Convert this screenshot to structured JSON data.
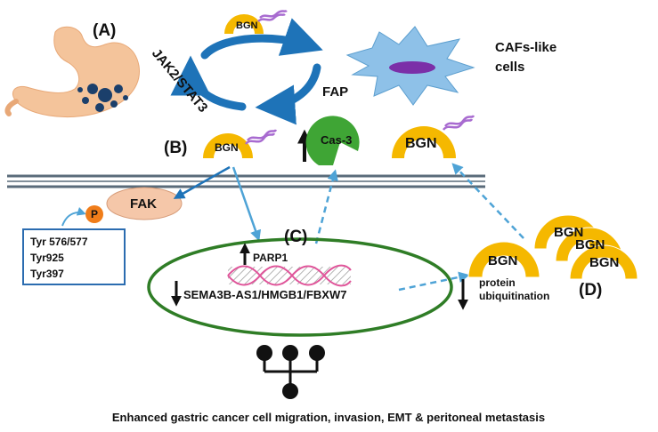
{
  "panels": {
    "a": "(A)",
    "b": "(B)",
    "c": "(C)",
    "d": "(D)"
  },
  "bgn": "BGN",
  "jak_stat": "JAK2/STAT3",
  "fap": "FAP",
  "cafs": {
    "line1": "CAFs-like",
    "line2": "cells"
  },
  "cas3": "Cas-3",
  "fak": "FAK",
  "phospho": "P",
  "tyr_sites": [
    "Tyr 576/577",
    "Tyr925",
    "Tyr397"
  ],
  "parp1": "PARP1",
  "genes": "SEMA3B-AS1/HMGB1/FBXW7",
  "protein_ubiq": {
    "line1": "protein",
    "line2": "ubiquitination"
  },
  "caption": "Enhanced gastric cancer cell migration, invasion, EMT & peritoneal metastasis",
  "colors": {
    "bgn_fill": "#f5b800",
    "arrow_blue": "#1e73b8",
    "dashed_blue": "#4ea3d6",
    "caf_blue": "#8ec1e8",
    "caf_nucleus": "#7b2fa8",
    "cas3_green": "#3fa535",
    "fak_fill": "#f5c7a9",
    "membrane": "#5a6b7a",
    "cell_green": "#2f7d26",
    "dna_pink": "#e0559a",
    "phospho_orange": "#f07d1a",
    "stomach": "#f4c49b",
    "tyr_border": "#2b6cb0"
  }
}
